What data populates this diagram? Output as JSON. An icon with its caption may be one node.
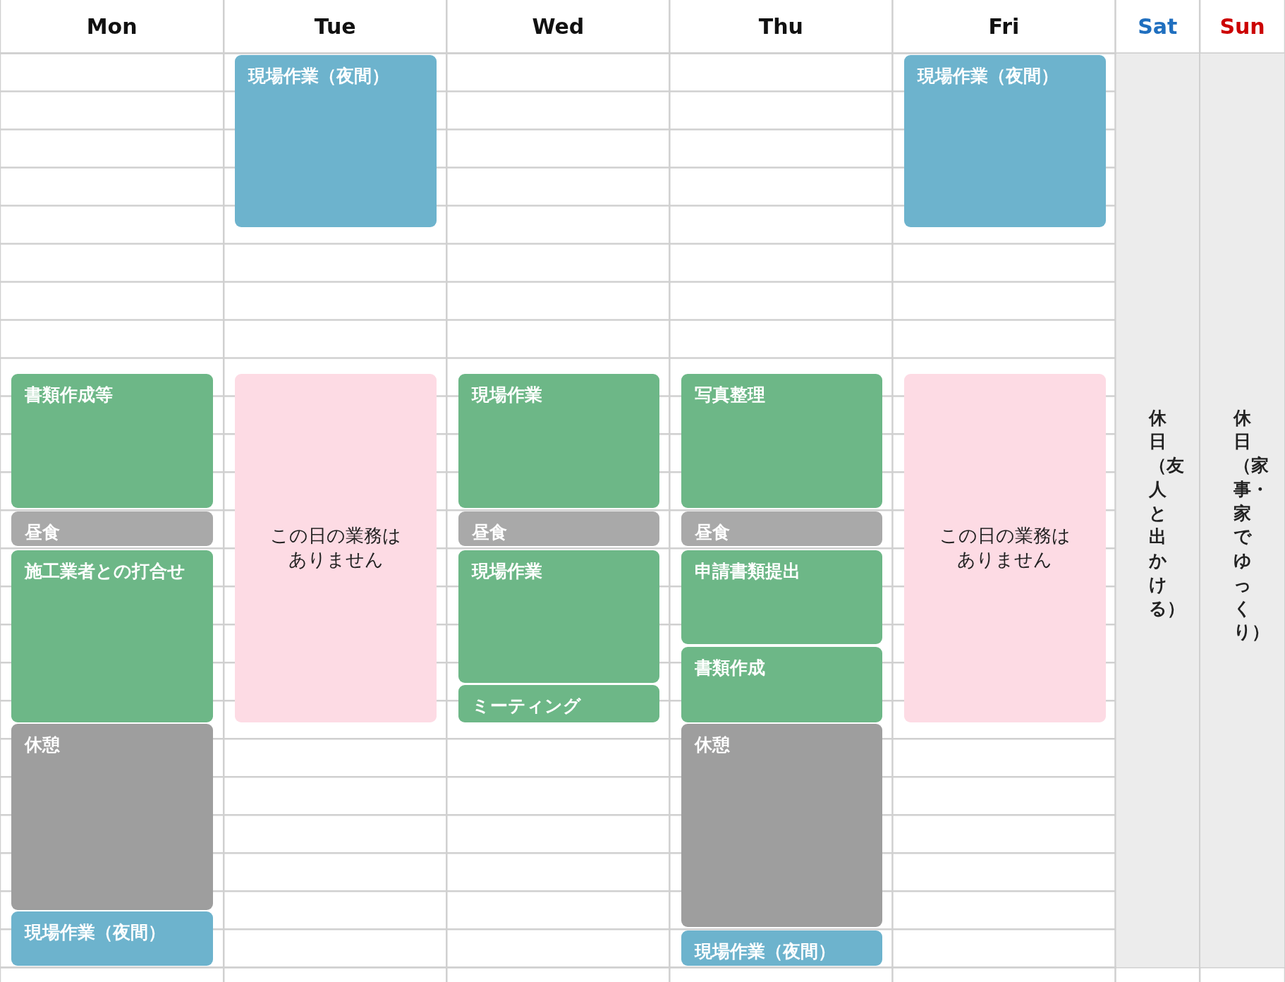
{
  "diagram": {
    "nodes": [
      {
        "text": [
          "書類作成等"
        ]
      },
      {
        "text": [
          "昼食"
        ]
      },
      {
        "text": [
          "施工業者との打合せ"
        ]
      },
      {
        "text": [
          "休憩"
        ]
      },
      {
        "text": [
          "現場作業（夜間）"
        ]
      },
      {
        "text": [
          "現場作業（夜間）"
        ]
      },
      {
        "text": [
          "この日の業務はありません"
        ]
      },
      {
        "text": [
          "現場作業"
        ]
      },
      {
        "text": [
          "昼食"
        ]
      },
      {
        "text": [
          "現場作業"
        ]
      },
      {
        "text": [
          "ミーティング"
        ]
      },
      {
        "text": [
          "写真整理"
        ]
      },
      {
        "text": [
          "昼食"
        ]
      },
      {
        "text": [
          "申請書類提出"
        ]
      },
      {
        "text": [
          "書類作成"
        ]
      },
      {
        "text": [
          "休憩"
        ]
      },
      {
        "text": [
          "現場作業（夜間）"
        ]
      },
      {
        "text": [
          "現場作業（夜間）"
        ]
      },
      {
        "text": [
          "この日の業務はありません"
        ]
      },
      {
        "text": [
          "休日（友人と出かける）"
        ]
      },
      {
        "text": [
          "休日（家事・家でゆっくり）"
        ]
      }
    ],
    "labels": [
      "Mon",
      "Tue",
      "Wed",
      "Thu",
      "Fri",
      "Sat",
      "Sun"
    ]
  }
}
